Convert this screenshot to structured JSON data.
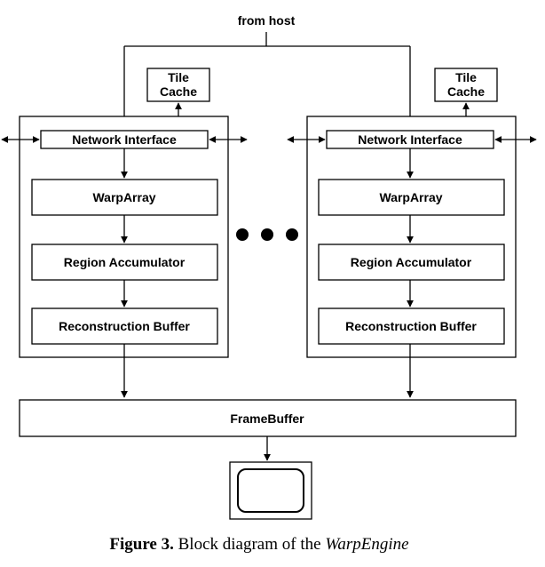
{
  "host_label": "from host",
  "nodes": [
    {
      "tile_cache": [
        "Tile",
        "Cache"
      ],
      "network_interface": "Network Interface",
      "warp_array": "WarpArray",
      "region_accumulator": "Region Accumulator",
      "reconstruction_buffer": "Reconstruction Buffer"
    },
    {
      "tile_cache": [
        "Tile",
        "Cache"
      ],
      "network_interface": "Network Interface",
      "warp_array": "WarpArray",
      "region_accumulator": "Region Accumulator",
      "reconstruction_buffer": "Reconstruction Buffer"
    }
  ],
  "frame_buffer": "FrameBuffer",
  "caption": {
    "figure": "Figure 3.",
    "text": " Block diagram of the ",
    "name": "WarpEngine"
  }
}
